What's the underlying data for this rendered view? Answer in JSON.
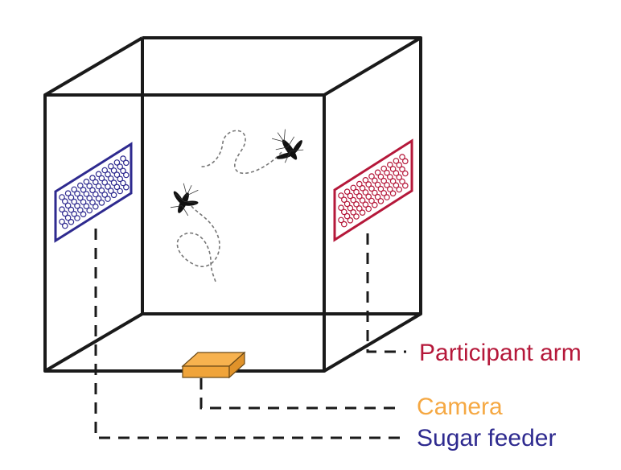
{
  "labels": {
    "participant_arm": "Participant arm",
    "camera": "Camera",
    "sugar_feeder": "Sugar feeder"
  },
  "colors": {
    "participant_arm": "#b5183a",
    "camera": "#f5a843",
    "sugar_feeder": "#2e2a8f",
    "lines": "#1a1a1a",
    "flight_path": "#777777"
  },
  "components": {
    "cage": "cube-cage",
    "sugar_feeder_panel": "perforated-panel-blue",
    "participant_arm_panel": "perforated-panel-red",
    "camera": "camera-box",
    "insects": [
      "mosquito-icon",
      "mosquito-icon"
    ]
  }
}
